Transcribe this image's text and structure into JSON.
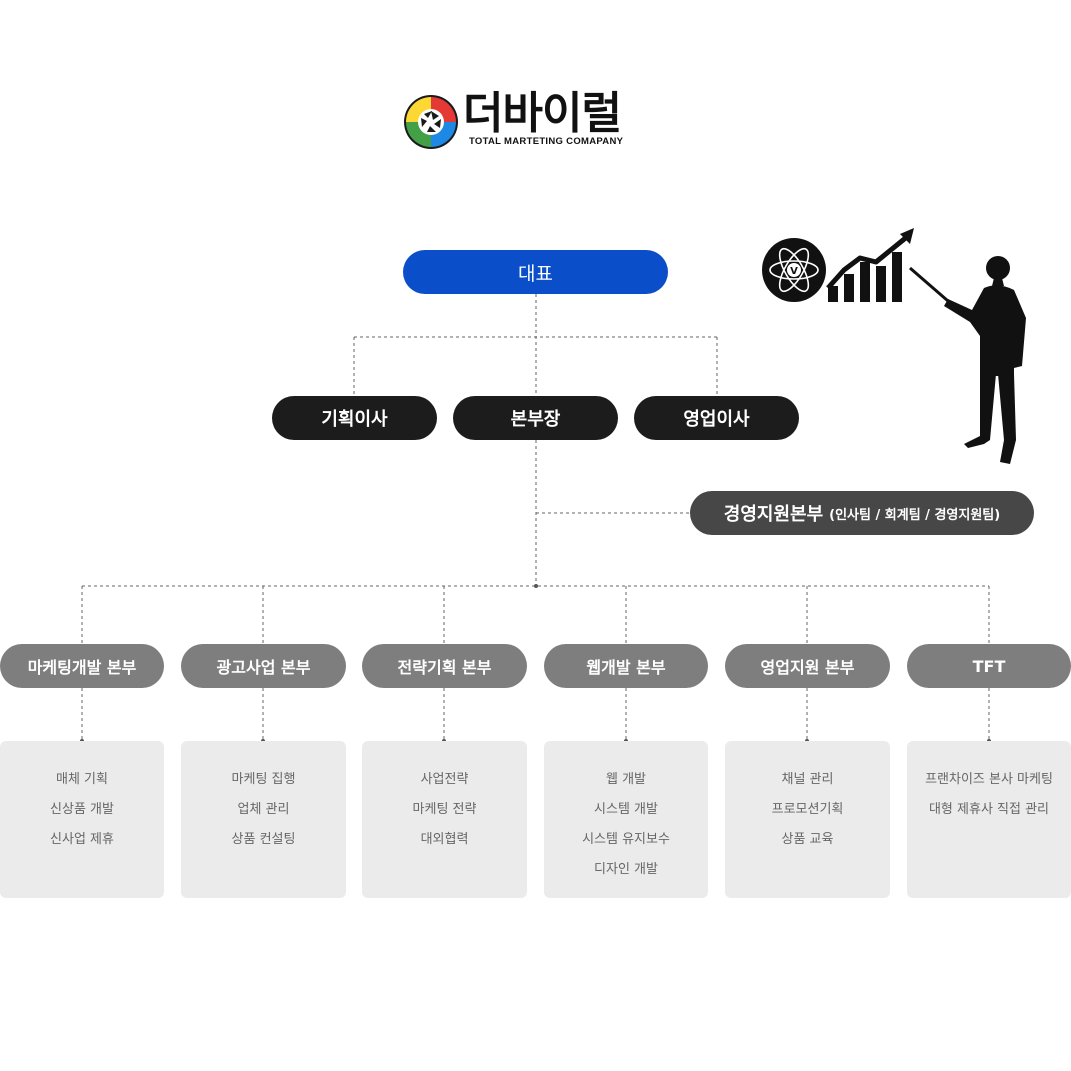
{
  "logo": {
    "name": "더바이럴",
    "tagline": "TOTAL MARTETING COMAPANY",
    "icon": "camera-aperture-logo"
  },
  "chart_data": {
    "type": "org-chart",
    "root": "대표",
    "executives": [
      "기획이사",
      "본부장",
      "영업이사"
    ],
    "support": {
      "name": "경영지원본부",
      "teams": "(인사팀 / 회계팀 / 경영지원팀)"
    },
    "departments": [
      {
        "name": "마케팅개발 본부",
        "items": [
          "매체 기획",
          "신상품 개발",
          "신사업 제휴"
        ]
      },
      {
        "name": "광고사업 본부",
        "items": [
          "마케팅 집행",
          "업체 관리",
          "상품 컨설팅"
        ]
      },
      {
        "name": "전략기획 본부",
        "items": [
          "사업전략",
          "마케팅 전략",
          "대외협력"
        ]
      },
      {
        "name": "웹개발 본부",
        "items": [
          "웹 개발",
          "시스템 개발",
          "시스템 유지보수",
          "디자인 개발"
        ]
      },
      {
        "name": "영업지원 본부",
        "items": [
          "채널 관리",
          "프로모션기획",
          "상품 교육"
        ]
      },
      {
        "name": "TFT",
        "items": [
          "프랜차이즈 본사 마케팅",
          "대형 제휴사 직접 관리"
        ]
      }
    ]
  },
  "colors": {
    "root": "#0a4fc9",
    "executive": "#1c1c1c",
    "support": "#474747",
    "department": "#7e7e7e",
    "box": "#ebebeb"
  },
  "illustration": "presenter-with-growth-chart-icon"
}
